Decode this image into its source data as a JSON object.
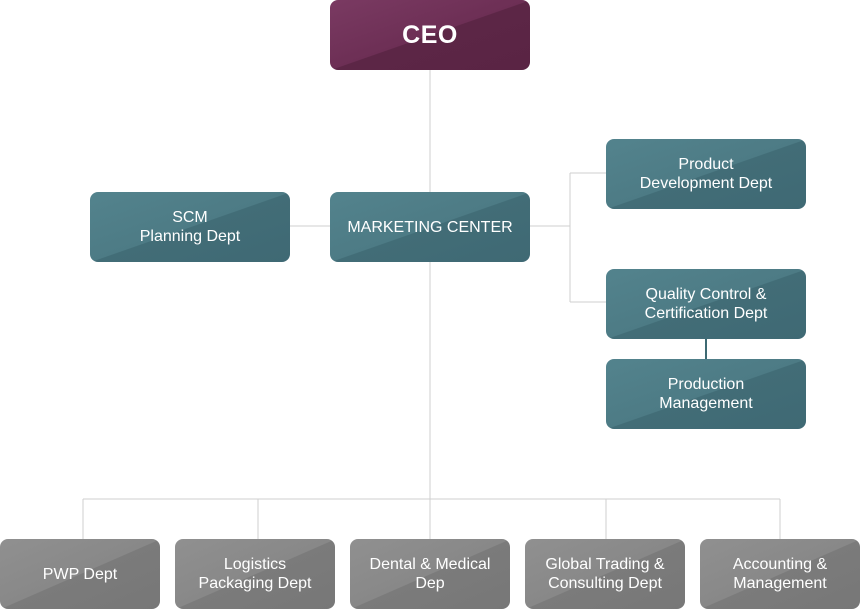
{
  "ceo": {
    "label": "CEO"
  },
  "marketing": {
    "label": "MARKETING CENTER"
  },
  "scm": {
    "label": "SCM\nPlanning Dept"
  },
  "product_dev": {
    "label": "Product\nDevelopment Dept"
  },
  "quality": {
    "label": "Quality Control &\nCertification Dept"
  },
  "production": {
    "label": "Production\nManagement"
  },
  "departments": [
    {
      "label": "PWP Dept"
    },
    {
      "label": "Logistics\nPackaging Dept"
    },
    {
      "label": "Dental & Medical\nDep"
    },
    {
      "label": "Global Trading &\nConsulting Dept"
    },
    {
      "label": "Accounting &\nManagement"
    }
  ],
  "colors": {
    "ceo": "#6d2f55",
    "teal": "#4a7882",
    "gray": "#858585",
    "connector": "#cfcfcf"
  }
}
